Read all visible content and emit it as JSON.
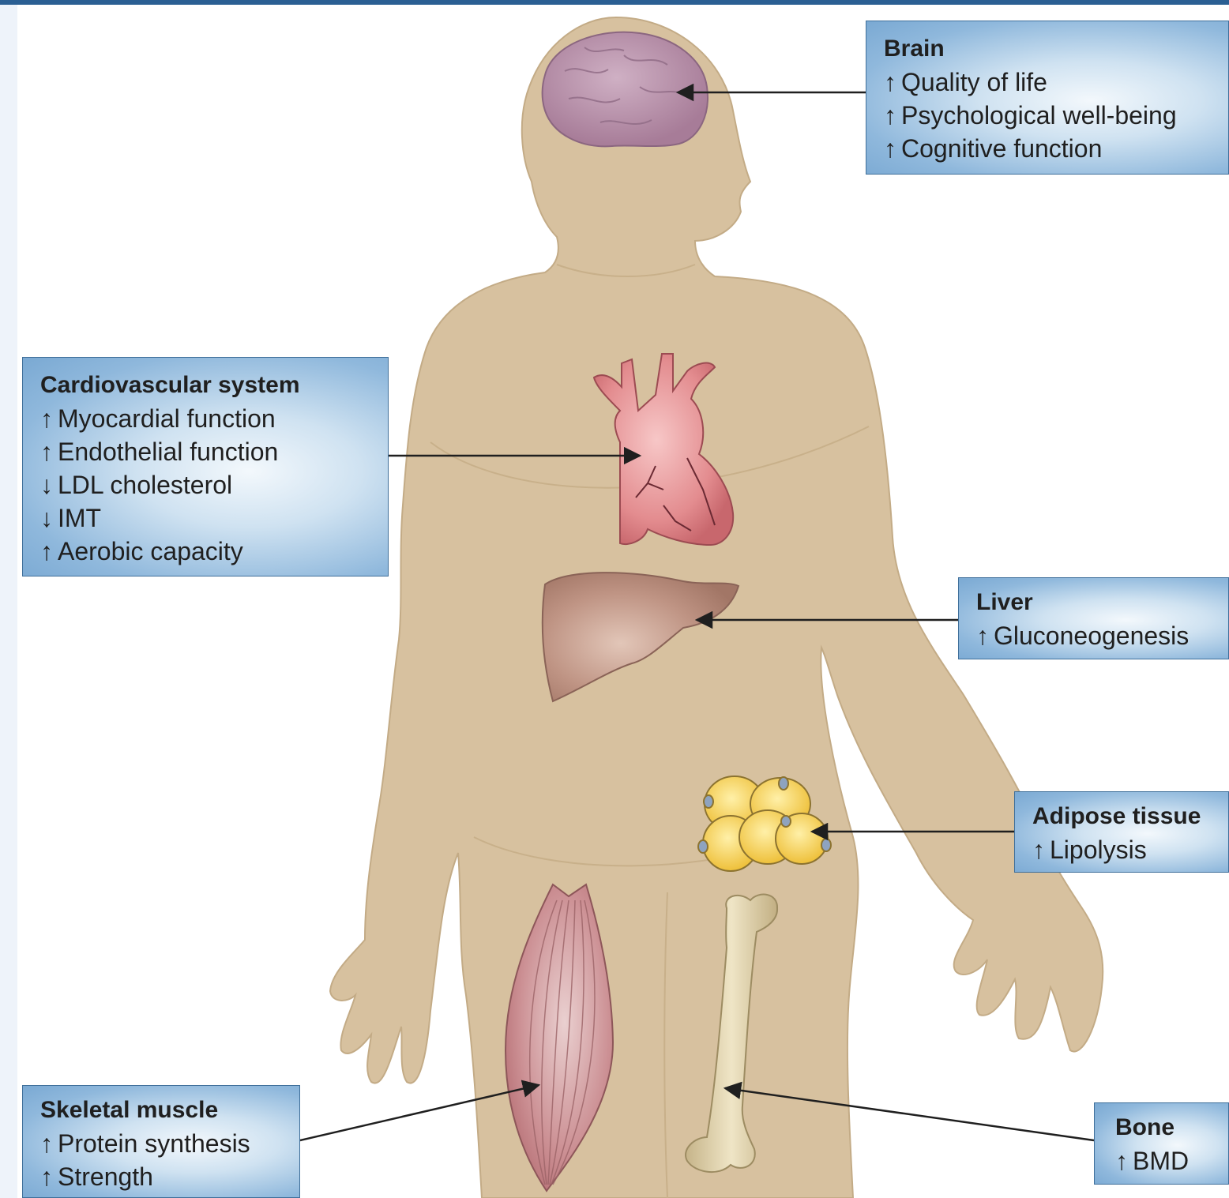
{
  "colors": {
    "body": "#d7c19f",
    "box": "#8fb8dc",
    "box_border": "#3f6f9a",
    "brain": "#b68fa8",
    "heart": "#e89a9a",
    "liver": "#b98e80",
    "fat": "#f5d45a",
    "muscle": "#c98b8f",
    "bone": "#ddd0a6"
  },
  "labels": {
    "brain": {
      "title": "Brain",
      "items": [
        {
          "arrow": "↑",
          "text": "Quality of life"
        },
        {
          "arrow": "↑",
          "text": "Psychological well-being"
        },
        {
          "arrow": "↑",
          "text": "Cognitive function"
        }
      ]
    },
    "cardio": {
      "title": "Cardiovascular system",
      "items": [
        {
          "arrow": "↑",
          "text": "Myocardial function"
        },
        {
          "arrow": "↑",
          "text": "Endothelial function"
        },
        {
          "arrow": "↓",
          "text": "LDL cholesterol"
        },
        {
          "arrow": "↓",
          "text": "IMT"
        },
        {
          "arrow": "↑",
          "text": "Aerobic capacity"
        }
      ]
    },
    "liver": {
      "title": "Liver",
      "items": [
        {
          "arrow": "↑",
          "text": "Gluconeogenesis"
        }
      ]
    },
    "adipose": {
      "title": "Adipose tissue",
      "items": [
        {
          "arrow": "↑",
          "text": "Lipolysis"
        }
      ]
    },
    "muscle": {
      "title": "Skeletal muscle",
      "items": [
        {
          "arrow": "↑",
          "text": "Protein synthesis"
        },
        {
          "arrow": "↑",
          "text": "Strength"
        }
      ]
    },
    "bone": {
      "title": "Bone",
      "items": [
        {
          "arrow": "↑",
          "text": "BMD"
        }
      ]
    }
  }
}
